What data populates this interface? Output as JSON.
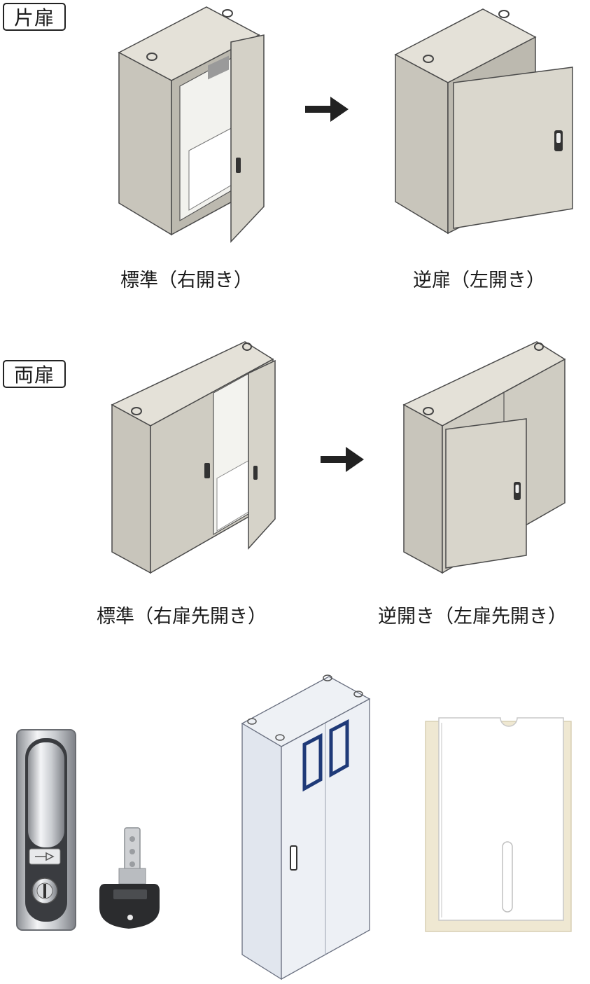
{
  "single_door": {
    "tag": "片扉",
    "standard_caption": "標準（右開き）",
    "reverse_caption": "逆扉（左開き）"
  },
  "double_door": {
    "tag": "両扉",
    "standard_caption": "標準（右扉先開き）",
    "reverse_caption": "逆開き（左扉先開き）"
  },
  "colors": {
    "cabinet": "#d9d6cc",
    "cabinet_side": "#c8c5bb",
    "outline": "#4a4a4a",
    "window_frame": "#1f3a78",
    "pocket_trim": "#efe8d2"
  }
}
